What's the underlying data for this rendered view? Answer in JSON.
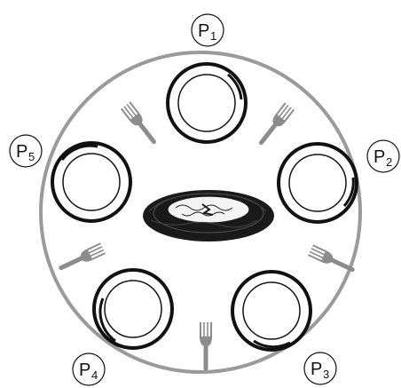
{
  "philosophers": [
    {
      "letter": "P",
      "index": "1"
    },
    {
      "letter": "P",
      "index": "2"
    },
    {
      "letter": "P",
      "index": "3"
    },
    {
      "letter": "P",
      "index": "4"
    },
    {
      "letter": "P",
      "index": "5"
    }
  ],
  "forks": 5,
  "colors": {
    "table_edge": "#9a9a9a",
    "plate_rim": "#111111",
    "fork": "#8c8c8c",
    "spaghetti": "#1a1a1a",
    "background": "#ffffff"
  },
  "icons": {
    "plate": "plate-icon",
    "fork": "fork-icon",
    "food": "spaghetti-bowl-icon"
  }
}
